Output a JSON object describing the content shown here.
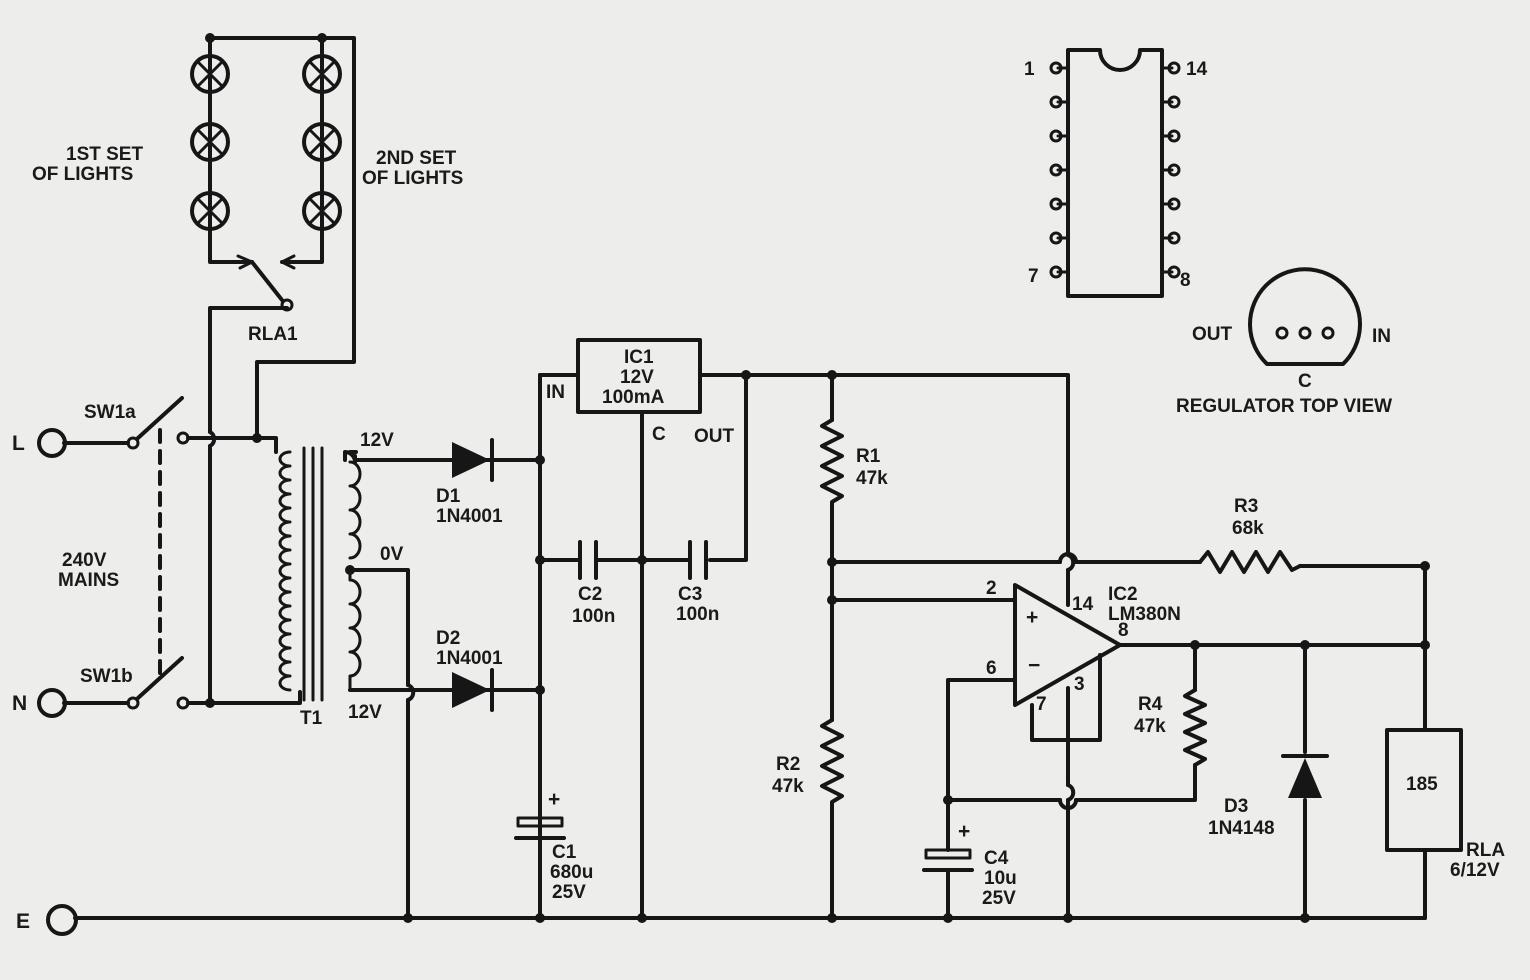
{
  "title": "",
  "terminals": {
    "live": "L",
    "neutral": "N",
    "earth": "E"
  },
  "switches": {
    "sw1a": "SW1a",
    "sw1b": "SW1b"
  },
  "mains": {
    "line1": "240V",
    "line2": "MAINS"
  },
  "lights": {
    "set1_line1": "1ST SET",
    "set1_line2": "OF LIGHTS",
    "set2_line1": "2ND SET",
    "set2_line2": "OF LIGHTS"
  },
  "relay_contact": "RLA1",
  "transformer": {
    "name": "T1",
    "tap_top": "12V",
    "tap_mid": "0V",
    "tap_bottom": "12V"
  },
  "diodes": {
    "d1": {
      "name": "D1",
      "part": "1N4001"
    },
    "d2": {
      "name": "D2",
      "part": "1N4001"
    },
    "d3": {
      "name": "D3",
      "part": "1N4148"
    }
  },
  "ic1": {
    "name": "IC1",
    "voltage": "12V",
    "current": "100mA",
    "pin_in": "IN",
    "pin_c": "C",
    "pin_out": "OUT"
  },
  "capacitors": {
    "c1": {
      "name": "C1",
      "value": "680u",
      "rating": "25V",
      "polarity": "+"
    },
    "c2": {
      "name": "C2",
      "value": "100n"
    },
    "c3": {
      "name": "C3",
      "value": "100n"
    },
    "c4": {
      "name": "C4",
      "value": "10u",
      "rating": "25V",
      "polarity": "+"
    }
  },
  "resistors": {
    "r1": {
      "name": "R1",
      "value": "47k"
    },
    "r2": {
      "name": "R2",
      "value": "47k"
    },
    "r3": {
      "name": "R3",
      "value": "68k"
    },
    "r4": {
      "name": "R4",
      "value": "47k"
    }
  },
  "ic2": {
    "name": "IC2",
    "part": "LM380N",
    "pin2": "2",
    "pin6": "6",
    "pin14": "14",
    "pin8": "8",
    "pin3": "3",
    "pin7": "7",
    "plus": "+",
    "minus": "−"
  },
  "relay_coil": {
    "value": "185",
    "name": "RLA",
    "rating": "6/12V"
  },
  "dip_pinout": {
    "pin1": "1",
    "pin14": "14",
    "pin7": "7",
    "pin8": "8"
  },
  "regulator_view": {
    "out": "OUT",
    "in": "IN",
    "common": "C",
    "caption": "REGULATOR TOP VIEW"
  }
}
